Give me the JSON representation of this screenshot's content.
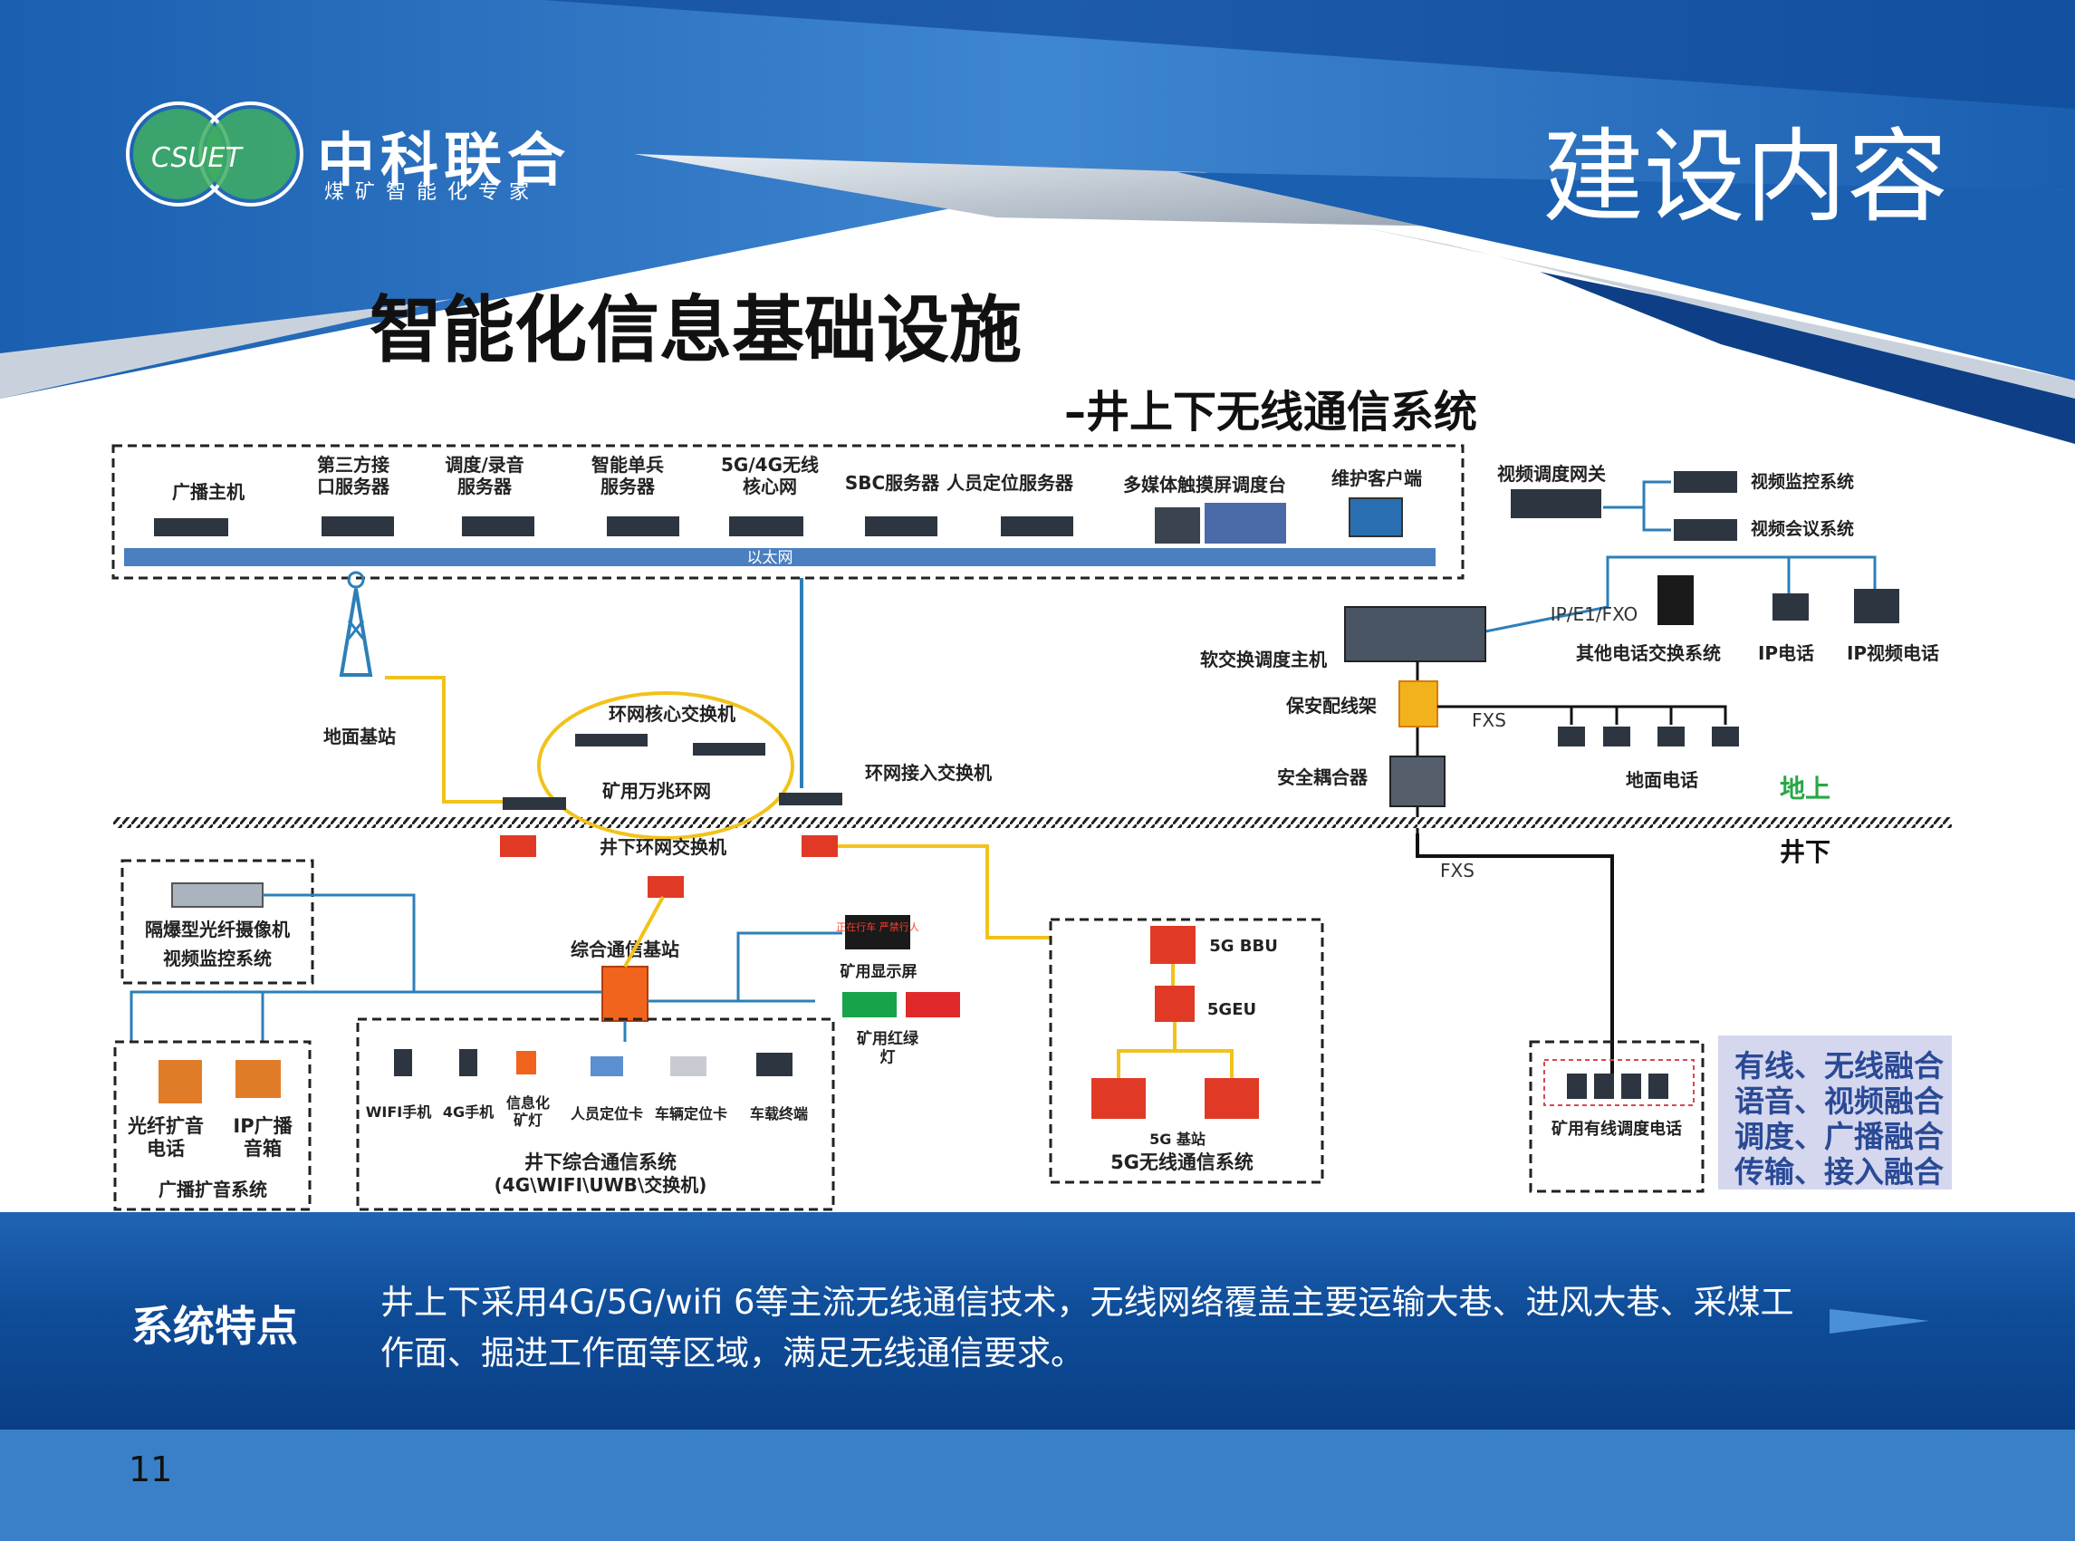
{
  "header": {
    "logo_acronym": "CSUET",
    "logo_name": "中科联合",
    "logo_tagline": "煤矿智能化专家",
    "section_title": "建设内容"
  },
  "slide": {
    "title": "智能化信息基础设施",
    "subtitle": "–井上下无线通信系统",
    "page_number": "11"
  },
  "diagram": {
    "servers": [
      "广播主机",
      "第三方接\n口服务器",
      "调度/录音\n服务器",
      "智能单兵\n服务器",
      "5G/4G无线\n核心网",
      "SBC服务器",
      "人员定位服务器",
      "多媒体触摸屏调度台",
      "维护客户端"
    ],
    "ethernet_label": "以太网",
    "video_gateway": "视频调度网关",
    "video_monitor": "视频监控系统",
    "video_conference": "视频会议系统",
    "ip_e1_fxo": "IP/E1/FXO",
    "other_exchange": "其他电话交换系统",
    "ip_phone": "IP电话",
    "ip_video_phone": "IP视频电话",
    "softswitch": "软交换调度主机",
    "protection_frame": "保安配线架",
    "fxs_upper": "FXS",
    "fxs_lower": "FXS",
    "safety_coupler": "安全耦合器",
    "ground_phone": "地面电话",
    "ground_station": "地面基站",
    "ring_core_switch": "环网核心交换机",
    "mine_ring": "矿用万兆环网",
    "ring_access_switch": "环网接入交换机",
    "underground_ring_switch": "井下环网交换机",
    "above_label": "地上",
    "below_label": "井下",
    "camera": "隔爆型光纤摄像机",
    "video_system": "视频监控系统",
    "comm_base_station": "综合通信基站",
    "mine_display": "矿用显示屏",
    "display_text": "正在行车 严禁行人",
    "traffic_light": "矿用红绿\n灯",
    "fiber_phone": "光纤扩音\n电话",
    "ip_speaker": "IP广播\n音箱",
    "broadcast_system": "广播扩音系统",
    "terminals": [
      "WIFI手机",
      "4G手机",
      "信息化\n矿灯",
      "人员定位卡",
      "车辆定位卡",
      "车载终端"
    ],
    "underground_comm_system": "井下综合通信系统",
    "underground_comm_sub": "(4G\\WIFI\\UWB\\交换机)",
    "bbu": "5G BBU",
    "geu": "5GEU",
    "base_5g": "5G 基站",
    "wireless_5g_system": "5G无线通信系统",
    "wired_phone": "矿用有线调度电话",
    "fusion": [
      "有线、无线融合",
      "语音、视频融合",
      "调度、广播融合",
      "传输、接入融合"
    ]
  },
  "footer": {
    "feature_label": "系统特点",
    "feature_text": "井上下采用4G/5G/wifi 6等主流无线通信技术，无线网络覆盖主要运输大巷、进风大巷、采煤工作面、掘进工作面等区域，满足无线通信要求。"
  },
  "colors": {
    "brand_blue": "#1f64b4",
    "line_blue": "#2d7fb8",
    "line_yellow": "#f2c21b",
    "above_green": "#28a745",
    "fusion_text": "#2a4a96"
  }
}
